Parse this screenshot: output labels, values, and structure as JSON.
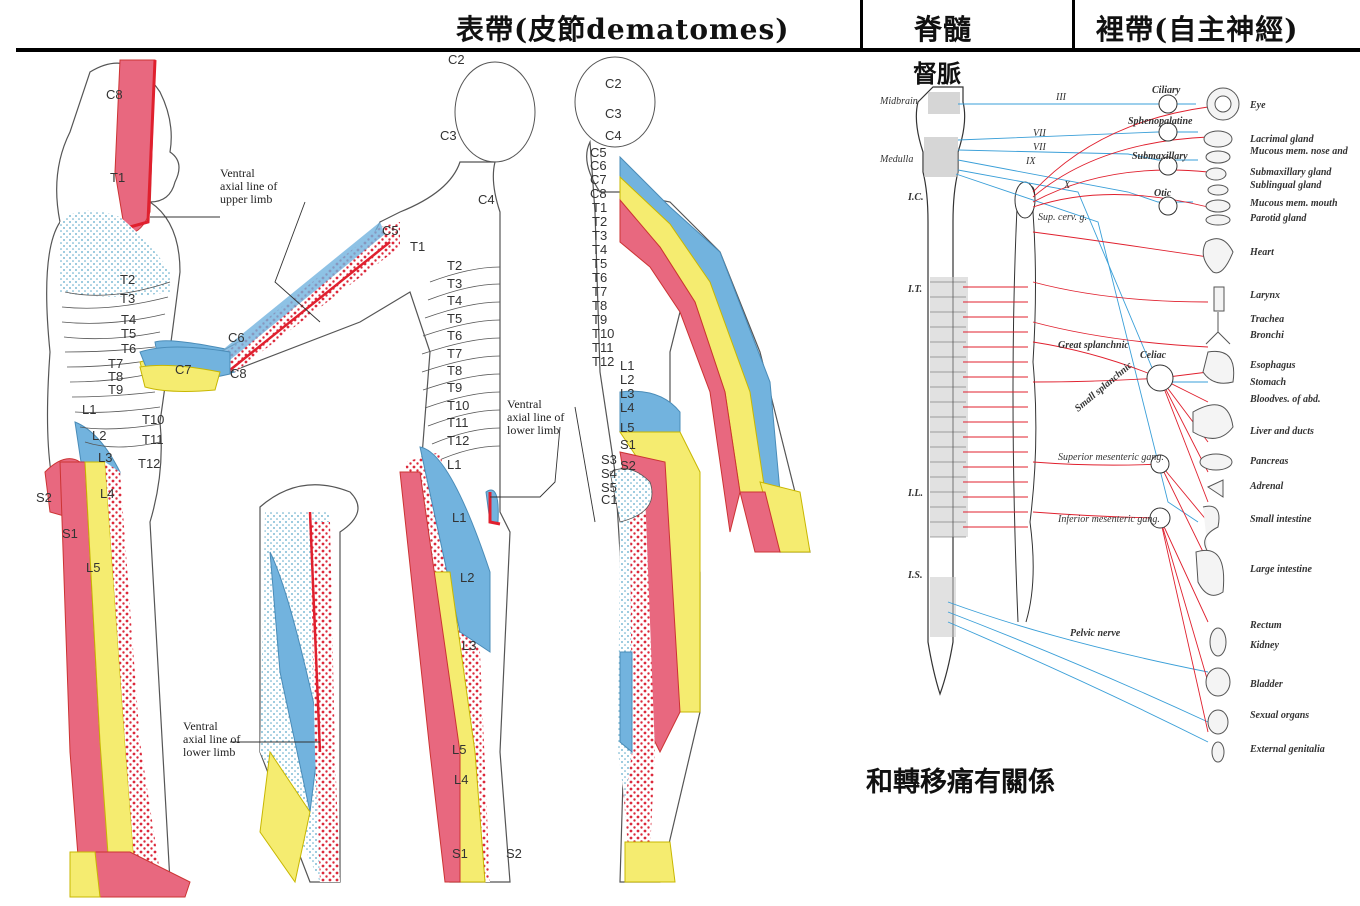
{
  "header": {
    "superficial": "表帶(皮節dematomes)",
    "spinal_cord": "脊髓",
    "deep": "裡帶(自主神經)"
  },
  "governor_vessel": "督脈",
  "footnote": "和轉移痛有關係",
  "dermatome": {
    "ventral_axial_upper": [
      "Ventral",
      "axial line of",
      "upper limb"
    ],
    "ventral_axial_lower": [
      "Ventral",
      "axial line of",
      "lower limb"
    ],
    "ventral_axial_lower_leg": [
      "Ventral",
      "axial line of",
      "lower limb"
    ],
    "front_trunk_labels": [
      "T2",
      "T3",
      "T4",
      "T5",
      "T6",
      "T7",
      "T8",
      "T9",
      "T10",
      "T11",
      "T12",
      "L1"
    ],
    "back_labels": [
      "C2",
      "C3",
      "C4",
      "C5",
      "C6",
      "C7",
      "C8",
      "T1",
      "T2",
      "T3",
      "T4",
      "T5",
      "T6",
      "T7",
      "T8",
      "T9",
      "T10",
      "T11",
      "T12",
      "L1",
      "L2",
      "L3",
      "L4",
      "L5",
      "S1",
      "S2",
      "S3",
      "S4",
      "S5",
      "C1"
    ],
    "side_labels": [
      "C8",
      "T1",
      "T2",
      "T3",
      "T4",
      "T5",
      "T6",
      "T7",
      "T8",
      "T9",
      "T10",
      "T11",
      "T12",
      "L1",
      "L2",
      "L3",
      "L4",
      "L5",
      "S1",
      "S2"
    ],
    "arm_labels": [
      "C5",
      "T1",
      "C6",
      "C7",
      "C8"
    ],
    "head_labels": [
      "C2",
      "C3",
      "C4"
    ],
    "leg_labels": [
      "L1",
      "L2",
      "L3",
      "L4",
      "L5",
      "S1",
      "S2"
    ],
    "colors": {
      "pink": "#e8687f",
      "yellow": "#f5ec70",
      "blue": "#72b3de",
      "red": "#e0202e",
      "dots": "#dc2a3c",
      "bluedots": "#5aa8c8"
    }
  },
  "autonomic": {
    "cord_labels": [
      "Midbrain",
      "Medulla",
      "I.C.",
      "I.T.",
      "I.L.",
      "I.S."
    ],
    "nerves": [
      "III",
      "VII",
      "VII",
      "IX",
      "X"
    ],
    "ganglia": [
      "Ciliary",
      "Sphenopalatine",
      "Submaxillary",
      "Otic",
      "Sup. cerv. g.",
      "Celiac",
      "Superior mesenteric gang.",
      "Inferior mesenteric gang.",
      "Great splanchnic",
      "Small splanchnic",
      "Pelvic nerve"
    ],
    "organs": [
      "Eye",
      "Lacrimal gland",
      "Mucous mem. nose and palate",
      "Submaxillary gland",
      "Sublingual gland",
      "Mucous mem. mouth",
      "Parotid gland",
      "Heart",
      "Larynx",
      "Trachea",
      "Bronchi",
      "Esophagus",
      "Stomach",
      "Bloodves. of abd.",
      "Liver and ducts",
      "Pancreas",
      "Adrenal",
      "Small intestine",
      "Large intestine",
      "Rectum",
      "Kidney",
      "Bladder",
      "Sexual organs",
      "External genitalia"
    ],
    "colors": {
      "sympathetic": "#e0202e",
      "parasympathetic": "#3a9fd8"
    }
  }
}
